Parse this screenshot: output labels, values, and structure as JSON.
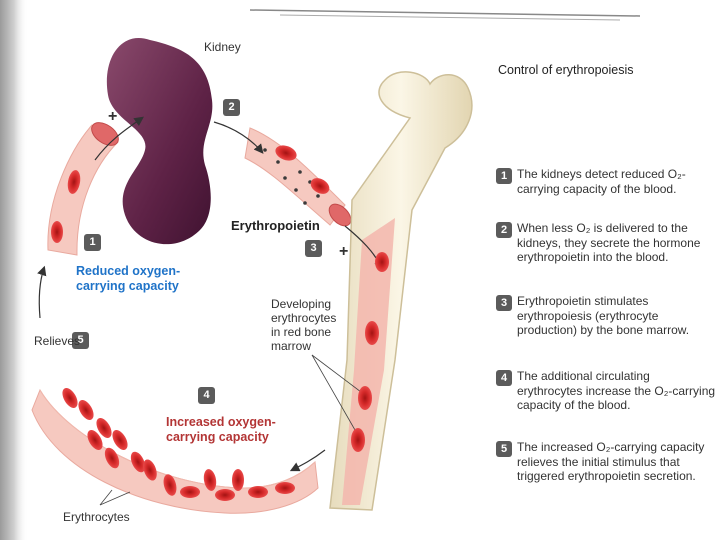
{
  "diagram": {
    "kidney_label": "Kidney",
    "erythropoietin_label": "Erythropoietin",
    "plus_sign": "+",
    "step_badges": [
      "1",
      "2",
      "3",
      "4",
      "5"
    ],
    "reduced_capacity": [
      "Reduced oxygen-",
      "carrying capacity"
    ],
    "increased_capacity": [
      "Increased oxygen-",
      "carrying capacity"
    ],
    "relieves_label": "Relieves",
    "developing_label": [
      "Developing",
      "erythrocytes",
      "in red bone",
      "marrow"
    ],
    "erythrocytes_label": "Erythrocytes"
  },
  "panel": {
    "title": "Control of erythropoiesis",
    "steps": [
      {
        "number": "1",
        "text": "The kidneys detect reduced O₂-carrying capacity of the blood."
      },
      {
        "number": "2",
        "text": "When less O₂ is delivered to the kidneys, they secrete the hormone erythropoietin into the blood."
      },
      {
        "number": "3",
        "text": "Erythropoietin stimulates erythropoiesis (erythrocyte production) by the bone marrow."
      },
      {
        "number": "4",
        "text": "The additional circulating erythrocytes increase the O₂-carrying capacity of the blood."
      },
      {
        "number": "5",
        "text": "The increased O₂-carrying capacity relieves the initial stimulus that triggered erythropoietin secretion."
      }
    ]
  },
  "colors": {
    "vessel": "#f6c9c0",
    "blood_cell": "#d62a2a",
    "kidney": "#6b2a4f",
    "bone": "#f3ead0",
    "badge": "#5b5b5b",
    "blue_text": "#1f73c8",
    "red_text": "#b33535"
  }
}
